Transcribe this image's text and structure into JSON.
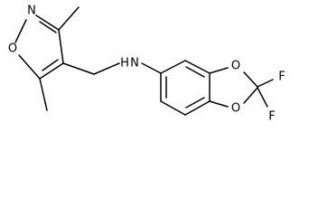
{
  "molecule": {
    "atoms": {
      "isoxazole_n": "N",
      "isoxazole_o": "O",
      "amine_nh": "N",
      "amine_h": "H",
      "dioxole_o1": "O",
      "dioxole_o2": "O",
      "fluorine_1": "F",
      "fluorine_2": "F"
    },
    "colors": {
      "bond": "#000000",
      "label": "#000000",
      "background": "#ffffff"
    }
  }
}
